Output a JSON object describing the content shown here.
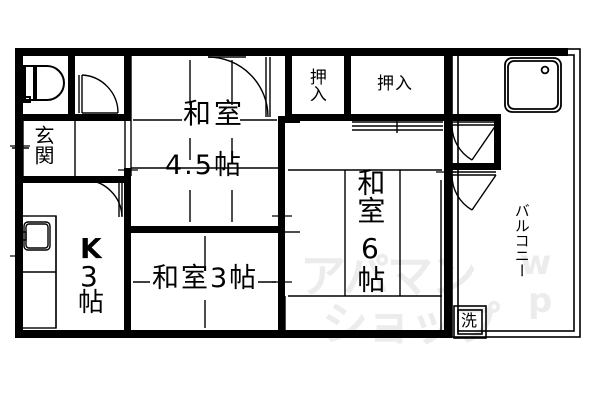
{
  "document": {
    "type": "floor-plan",
    "description": "Japanese apartment floor plan (madori)",
    "layout_code": "3K"
  },
  "rooms": {
    "washitsu_45": {
      "name": "和室",
      "size": "4.5帖"
    },
    "washitsu_3": {
      "name": "和室3帖"
    },
    "washitsu_6": {
      "name": "和室",
      "size": "6帖"
    },
    "kitchen": {
      "name": "K",
      "size": "3",
      "unit": "帖"
    },
    "genkan": {
      "name": "玄関"
    },
    "closet_1": {
      "name": "押入"
    },
    "closet_2": {
      "name": "押入"
    },
    "balcony": {
      "name": "バルコニー"
    },
    "washer": {
      "name": "洗"
    }
  },
  "fixtures": {
    "toilet": "toilet-fixture",
    "bathtub": "bathtub-fixture",
    "sink": "kitchen-sink-fixture",
    "washer_symbol": "washing-machine-symbol"
  },
  "watermark": {
    "line1": "アパマン",
    "line2": "ショップ",
    "mark_w": "w",
    "mark_p": "p"
  },
  "colors": {
    "wall": "#000000",
    "thin_line": "#000000",
    "background": "#ffffff",
    "watermark": "#ececec"
  }
}
